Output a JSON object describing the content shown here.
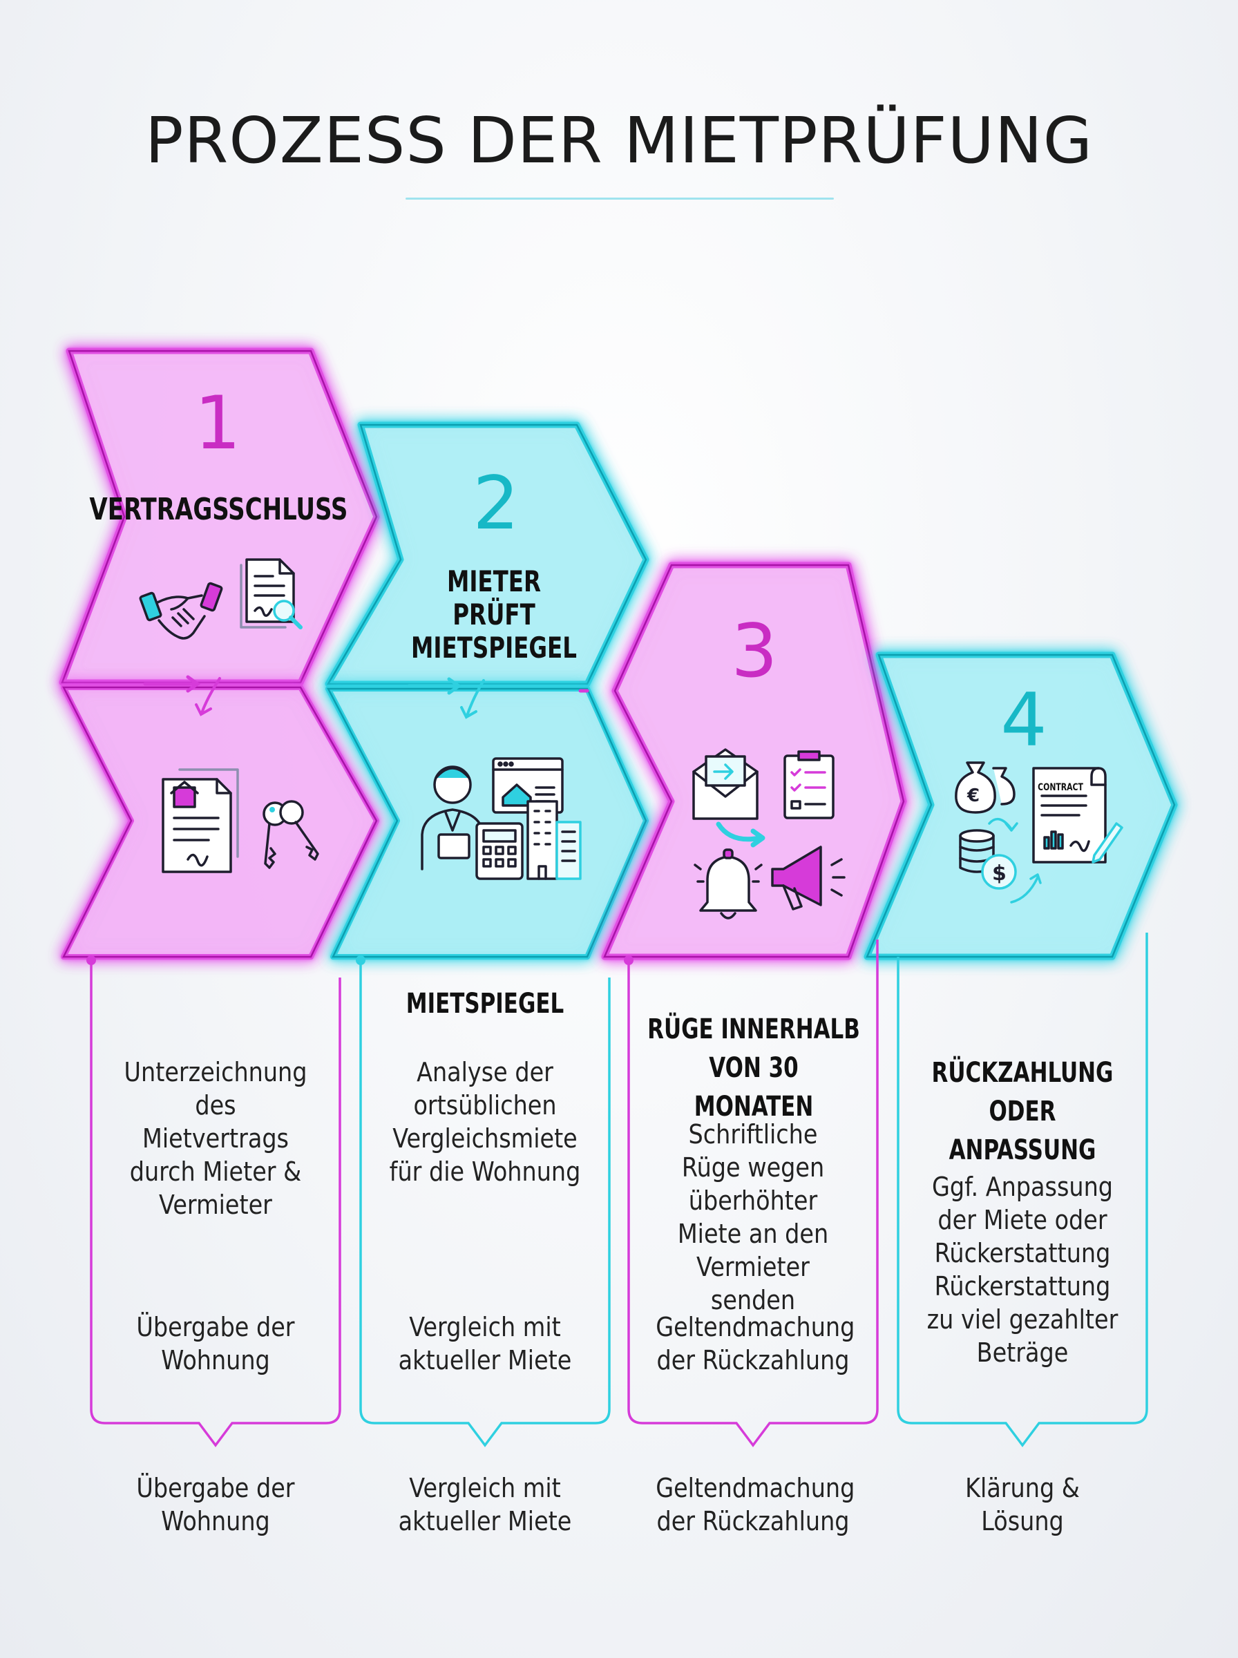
{
  "title": "PROZESS DER MIETPRÜFUNG",
  "colors": {
    "magenta": "#d63bd9",
    "cyan": "#2fd0e0",
    "text": "#1a1a1a"
  },
  "steps": [
    {
      "number": "1",
      "title": "VERTRAGSSCHLUSS",
      "icons": [
        "handshake-icon",
        "document-search-icon",
        "house-contract-icon",
        "keys-icon"
      ],
      "box_title": "",
      "description": "Unterzeichnung des Mietvertrags durch Mieter & Vermieter",
      "box_note": "Übergabe der Wohnung",
      "result": "Übergabe der Wohnung"
    },
    {
      "number": "2",
      "title": "MIETER PRÜFT MIETSPIEGEL",
      "icons": [
        "tenant-person-icon",
        "browser-house-icon",
        "calculator-icon",
        "buildings-icon"
      ],
      "box_title": "MIETSPIEGEL",
      "description": "Analyse der ortsüblichen Vergleichsmiete für die Wohnung",
      "box_note": "Vergleich mit aktueller Miete",
      "result": "Vergleich mit aktueller Miete"
    },
    {
      "number": "3",
      "title": "",
      "icons": [
        "envelope-icon",
        "checklist-icon",
        "bell-icon",
        "megaphone-icon"
      ],
      "box_title": "RÜGE INNERHALB VON 30 MONATEN",
      "description": "Schriftliche Rüge wegen überhöhter Miete an den Vermieter senden",
      "box_note": "Geltendmachung der Rückzahlung",
      "result": "Geltendmachung der Rückzahlung"
    },
    {
      "number": "4",
      "title": "",
      "icons": [
        "money-bags-icon",
        "contract-icon",
        "coins-icon"
      ],
      "contract_label": "CONTRACT",
      "box_title": "RÜCKZAHLUNG ODER ANPASSUNG",
      "description": "Ggf. Anpassung der Miete oder Rückerstattung Rückerstattung zu viel gezahlter Beträge",
      "box_note": "",
      "result": "Klärung & Lösung"
    }
  ]
}
